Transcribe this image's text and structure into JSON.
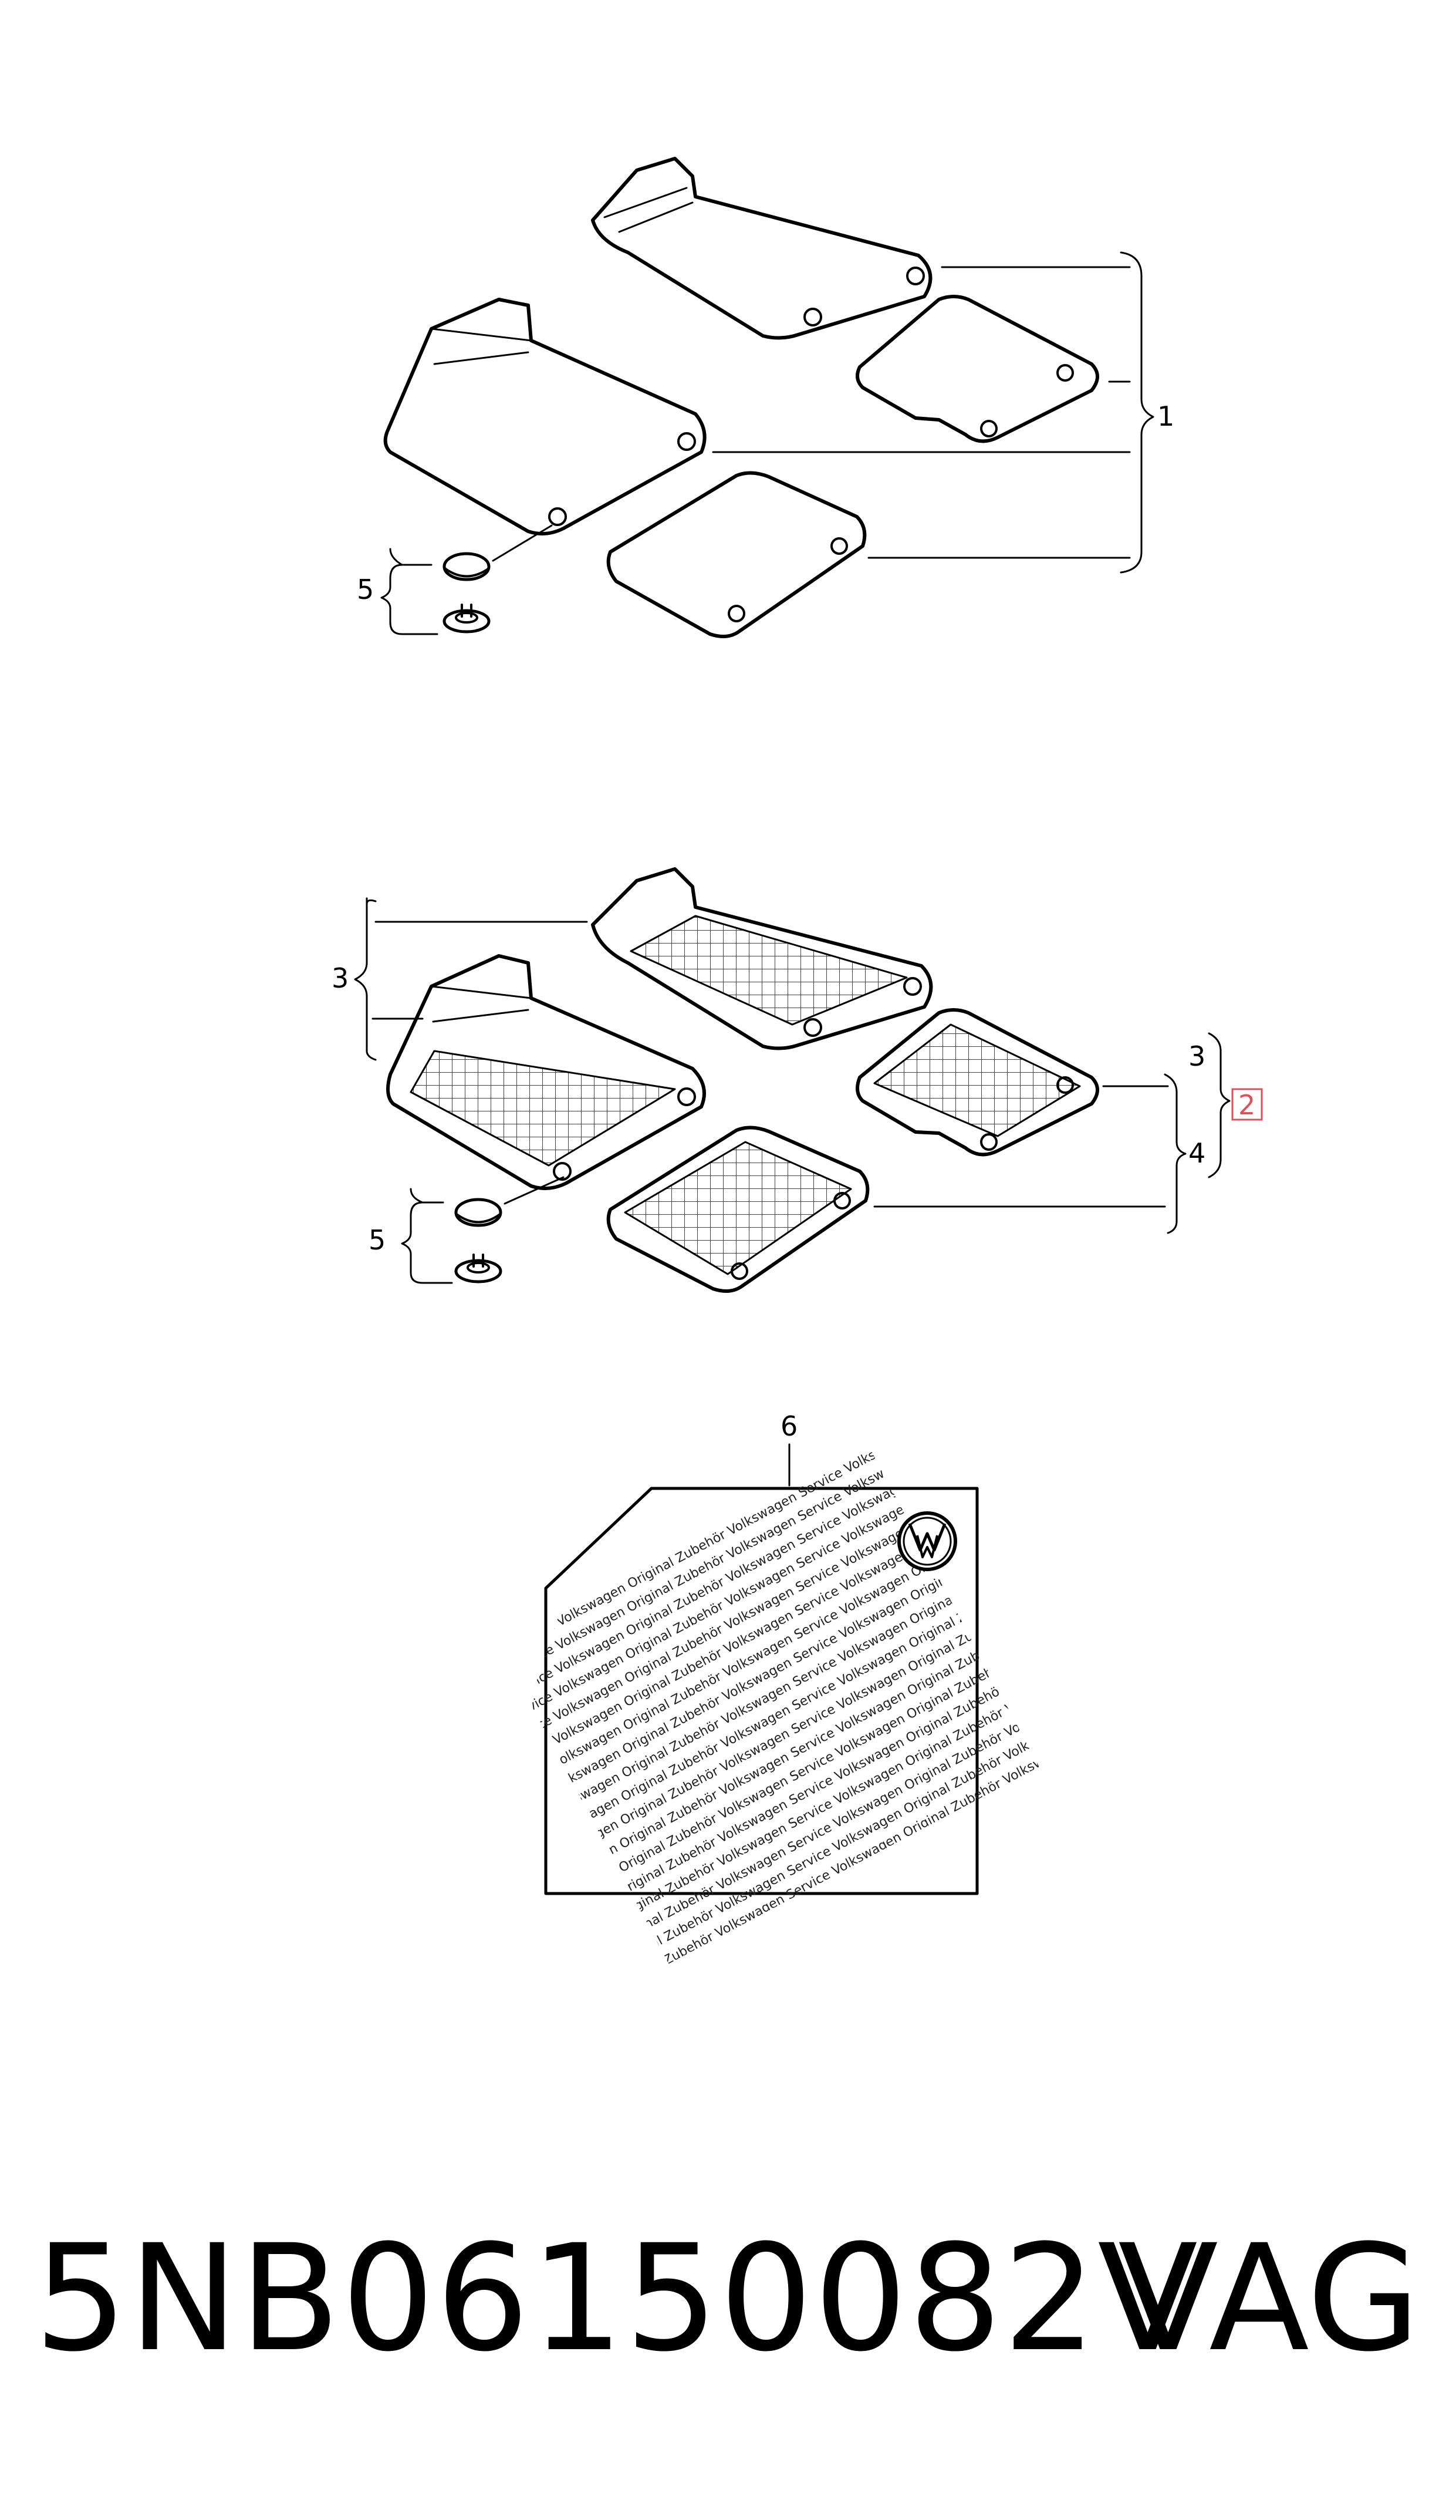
{
  "diagram": {
    "callouts": {
      "c1": "1",
      "c2": "2",
      "c3a": "3",
      "c3b": "3",
      "c4": "4",
      "c5a": "5",
      "c5b": "5",
      "c6": "6"
    },
    "highlight_color": "#e0505a",
    "label_text_line": "Volkswagen Service Volkswagen Original Zubehör Volkswagen Service Volkswagen Original Zubehör Volkswagen Service"
  },
  "footer": {
    "part_number": "5NB06150082V",
    "brand": "VAG"
  }
}
